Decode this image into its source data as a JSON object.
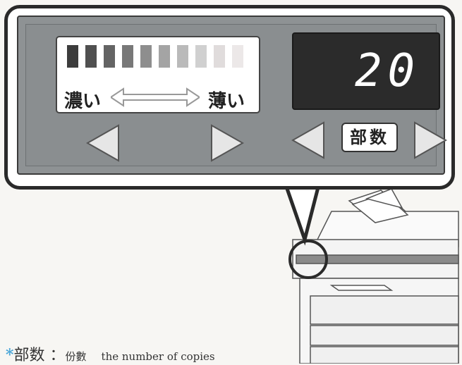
{
  "density": {
    "dark_label": "濃い",
    "light_label": "薄い",
    "swatches": [
      "#3c3c3c",
      "#505050",
      "#646464",
      "#787878",
      "#8e8e8e",
      "#a4a4a4",
      "#bababa",
      "#d0d0d0",
      "#e0dcdc",
      "#ece8e8"
    ]
  },
  "copies": {
    "display_value": "20",
    "label": "部数"
  },
  "footnote": {
    "marker": "*",
    "term": "部数",
    "separator": "：",
    "translation_cn": "份數",
    "translation_en": "the number of copies"
  },
  "colors": {
    "panel": "#8e9294",
    "display_bg": "#2b2b2b",
    "accent_star": "#4aa6d8"
  },
  "icons": {
    "density_decrease": "left-triangle-icon",
    "density_increase": "right-triangle-icon",
    "copies_decrease": "left-triangle-icon",
    "copies_increase": "right-triangle-icon",
    "density_range": "double-arrow-icon"
  }
}
